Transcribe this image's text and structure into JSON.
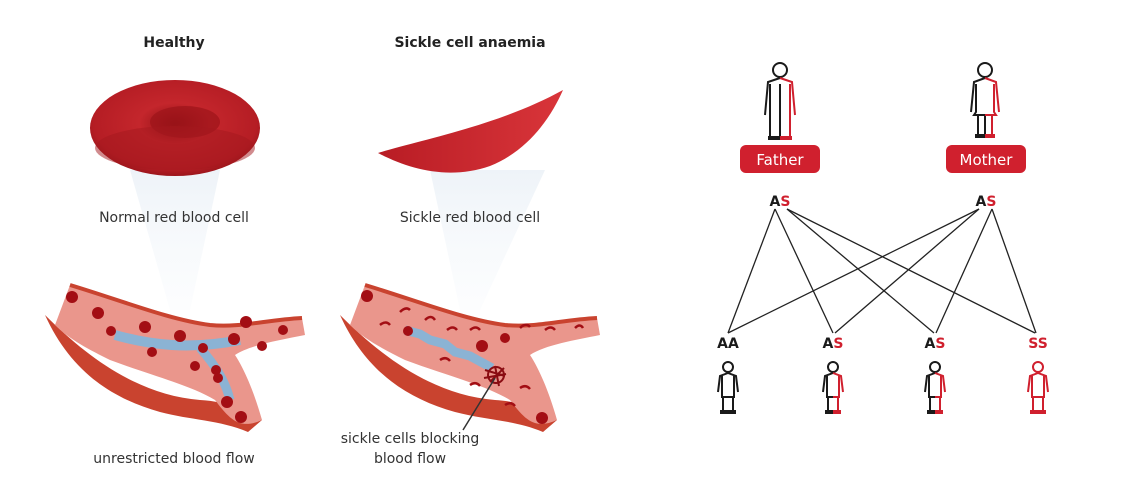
{
  "left": {
    "healthy_title": "Healthy",
    "sickle_title": "Sickle cell anaemia",
    "normal_cell_label": "Normal red blood cell",
    "sickle_cell_label": "Sickle red blood cell",
    "healthy_flow_label": "unrestricted blood flow",
    "sickle_flow_label_line1": "sickle cells blocking",
    "sickle_flow_label_line2": "blood flow"
  },
  "right": {
    "father_label": "Father",
    "mother_label": "Mother",
    "father_genotype": [
      "A",
      "S"
    ],
    "mother_genotype": [
      "A",
      "S"
    ],
    "children": [
      {
        "genotype": [
          "A",
          "A"
        ]
      },
      {
        "genotype": [
          "A",
          "S"
        ]
      },
      {
        "genotype": [
          "A",
          "S"
        ]
      },
      {
        "genotype": [
          "S",
          "S"
        ]
      }
    ]
  },
  "colors": {
    "red": "#d0202e",
    "black": "#1a1a1a",
    "cell": "#b81c24",
    "vessel": "#e9857a",
    "flow": "#7ab8e0"
  }
}
